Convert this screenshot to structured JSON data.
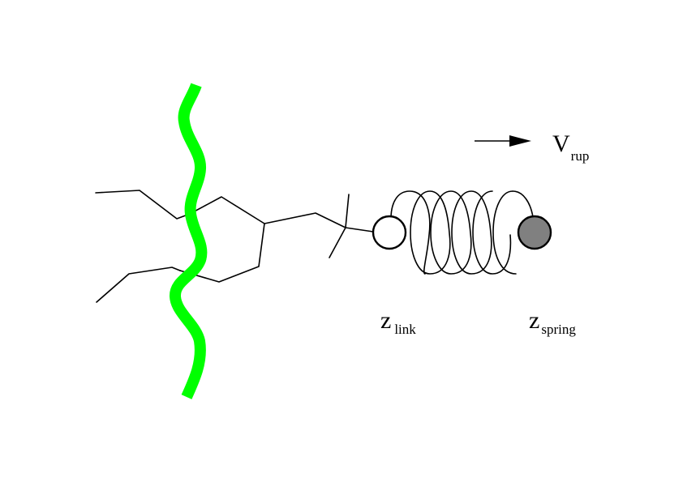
{
  "labels": {
    "velocity": {
      "main": "V",
      "sub": "rup"
    },
    "link": {
      "main": "z",
      "sub": "link"
    },
    "spring": {
      "main": "z",
      "sub": "spring"
    }
  },
  "colors": {
    "membrane_chain": "#00ff00",
    "spring_bead": "#808080",
    "link_bead": "#ffffff",
    "line": "#000000"
  }
}
